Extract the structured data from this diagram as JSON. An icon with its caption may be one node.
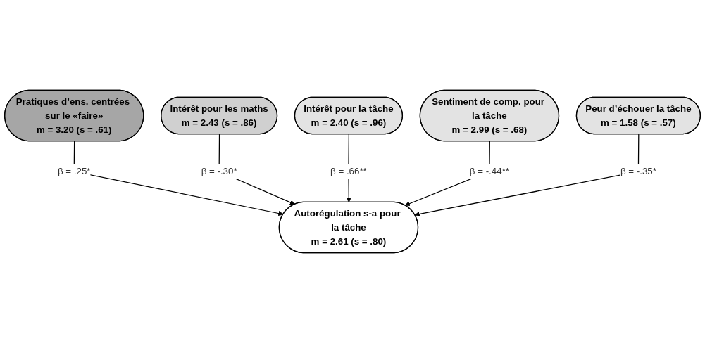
{
  "diagram": {
    "nodes": [
      {
        "text": [
          "Pratiques d’ens. centrées sur le «faire»",
          "m = 3.20 (s = .61)"
        ]
      },
      {
        "text": [
          "Intérêt pour les maths",
          "m = 2.43 (s = .86)"
        ]
      },
      {
        "text": [
          "Intérêt pour la tâche",
          "m = 2.40 (s = .96)"
        ]
      },
      {
        "text": [
          "Sentiment de comp. pour la tâche",
          "m = 2.99 (s = .68)"
        ]
      },
      {
        "text": [
          "Peur d’échouer la tâche",
          "m = 1.58 (s = .57)"
        ]
      },
      {
        "text": [
          "Autorégulation s-a pour la tâche",
          "m = 2.61 (s = .80)"
        ]
      }
    ],
    "edges": [
      {
        "from": 0,
        "to": 5,
        "arrow": "to",
        "label": "β = .25*"
      },
      {
        "from": 1,
        "to": 5,
        "arrow": "to",
        "label": "β = -.30*"
      },
      {
        "from": 2,
        "to": 5,
        "arrow": "to",
        "label": "β = .66**"
      },
      {
        "from": 3,
        "to": 5,
        "arrow": "to",
        "label": "β = -.44**"
      },
      {
        "from": 4,
        "to": 5,
        "arrow": "to",
        "label": "β = -.35*"
      }
    ]
  }
}
